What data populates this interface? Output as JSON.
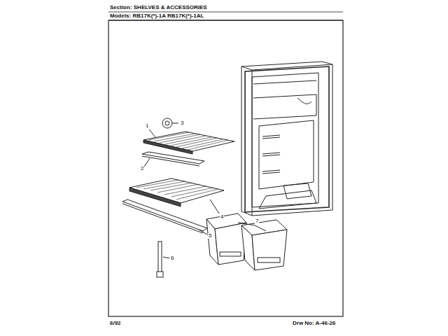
{
  "diagram": {
    "title": "Section: SHELVES & ACCESSORIES",
    "labels": [
      "Models: RB17K(*)-1A RB17K(*)-1AL",
      "1",
      "2",
      "3",
      "4",
      "5",
      "6",
      "7",
      "6/92",
      "Drw No: A-46-26"
    ]
  }
}
